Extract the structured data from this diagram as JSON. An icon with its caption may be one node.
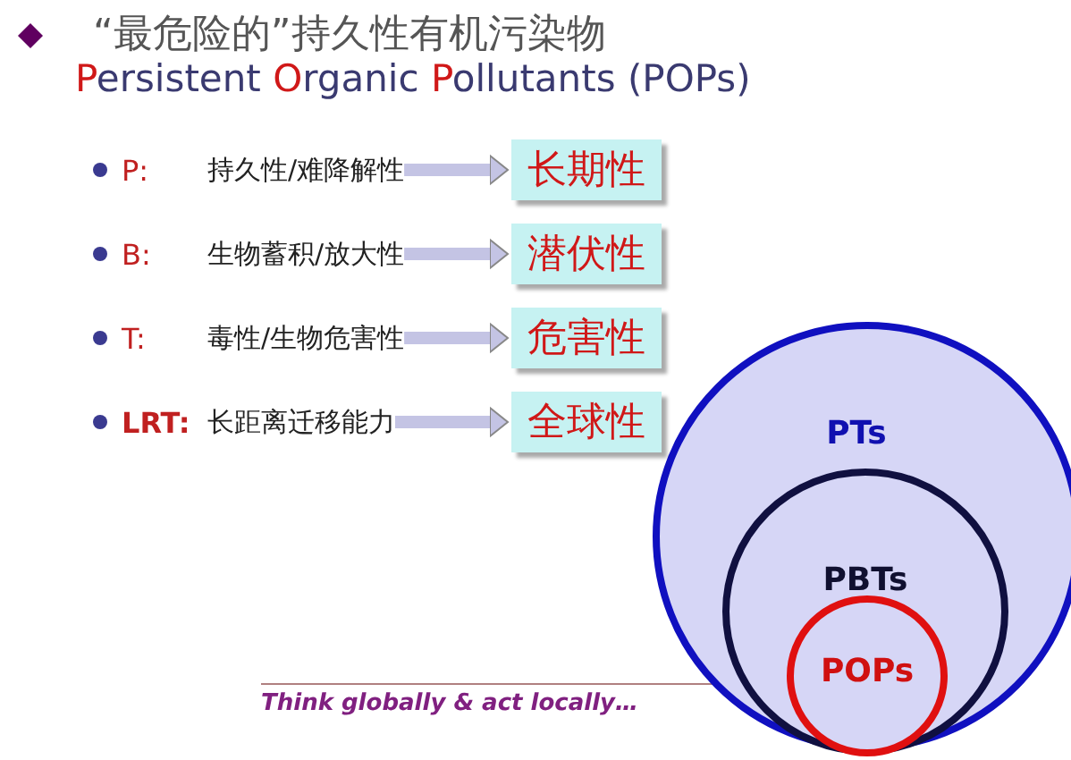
{
  "diagram": {
    "title": "“最危险的”持久性有机污染物",
    "nodes": [
      {
        "text": [
          "P:",
          "持久性/难降解性"
        ]
      },
      {
        "text": [
          "长期性"
        ]
      },
      {
        "text": [
          "B:",
          "生物蓄积/放大性"
        ]
      },
      {
        "text": [
          "潜伏性"
        ]
      },
      {
        "text": [
          "T:",
          "毒性/生物危害性"
        ]
      },
      {
        "text": [
          "危害性"
        ]
      },
      {
        "text": [
          "LRT:",
          "长距离迁移能力"
        ]
      },
      {
        "text": [
          "全球性"
        ]
      },
      {
        "text": [
          "PTs"
        ]
      },
      {
        "text": [
          "PBTs"
        ],
        "in": 8
      },
      {
        "text": [
          "POPs"
        ],
        "in": 9
      }
    ],
    "edges": [
      {
        "from": 0,
        "to": 1,
        "arrow": "to"
      },
      {
        "from": 2,
        "to": 3,
        "arrow": "to"
      },
      {
        "from": 4,
        "to": 5,
        "arrow": "to"
      },
      {
        "from": 6,
        "to": 7,
        "arrow": "to"
      }
    ],
    "labels": [
      "Persistent Organic Pollutants (POPs)",
      "Think globally & act locally…"
    ]
  }
}
